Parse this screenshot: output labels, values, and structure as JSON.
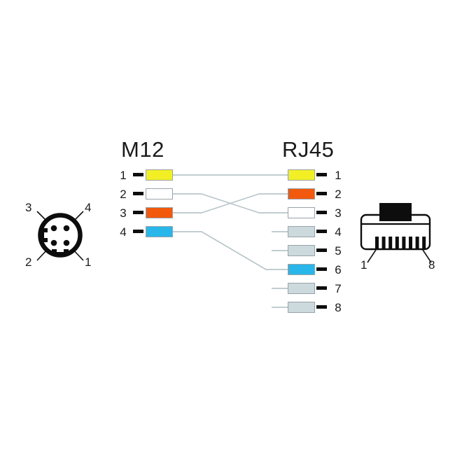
{
  "diagram": {
    "title_left": "M12",
    "title_right": "RJ45",
    "background": "#ffffff",
    "wire_color": "#b9c6ca",
    "dash_color": "#0d0d0d",
    "block_border": "#9aa3a8"
  },
  "colors": {
    "yellow": "#f2f025",
    "white": "#ffffff",
    "orange": "#f2590d",
    "blue": "#29b6ea",
    "gray": "#ccd9dd"
  },
  "m12": {
    "label": "M12",
    "pin_count": 4,
    "pins": [
      {
        "number": "1",
        "color_name": "yellow",
        "color": "#f2f025"
      },
      {
        "number": "2",
        "color_name": "white",
        "color": "#ffffff"
      },
      {
        "number": "3",
        "color_name": "orange",
        "color": "#f2590d"
      },
      {
        "number": "4",
        "color_name": "blue",
        "color": "#29b6ea"
      }
    ],
    "connector_icon": {
      "name": "m12-circular-connector",
      "pin_labels": [
        {
          "number": "3",
          "position": "top-left"
        },
        {
          "number": "4",
          "position": "top-right"
        },
        {
          "number": "2",
          "position": "bottom-left"
        },
        {
          "number": "1",
          "position": "bottom-right"
        }
      ]
    }
  },
  "rj45": {
    "label": "RJ45",
    "pin_count": 8,
    "pins": [
      {
        "number": "1",
        "color_name": "yellow",
        "color": "#f2f025",
        "connected": true
      },
      {
        "number": "2",
        "color_name": "orange",
        "color": "#f2590d",
        "connected": true
      },
      {
        "number": "3",
        "color_name": "white",
        "color": "#ffffff",
        "connected": true
      },
      {
        "number": "4",
        "color_name": "gray",
        "color": "#ccd9dd",
        "connected": false
      },
      {
        "number": "5",
        "color_name": "gray",
        "color": "#ccd9dd",
        "connected": false
      },
      {
        "number": "6",
        "color_name": "blue",
        "color": "#29b6ea",
        "connected": true
      },
      {
        "number": "7",
        "color_name": "gray",
        "color": "#ccd9dd",
        "connected": false
      },
      {
        "number": "8",
        "color_name": "gray",
        "color": "#ccd9dd",
        "connected": false
      }
    ],
    "connector_icon": {
      "name": "rj45-modular-plug",
      "contact_count": 8,
      "first_pin_label": "1",
      "last_pin_label": "8"
    }
  },
  "connections": [
    {
      "from_pin": "1",
      "to_pin": "1",
      "color": "#f2f025",
      "color_name": "yellow"
    },
    {
      "from_pin": "2",
      "to_pin": "3",
      "color": "#ffffff",
      "color_name": "white"
    },
    {
      "from_pin": "3",
      "to_pin": "2",
      "color": "#f2590d",
      "color_name": "orange"
    },
    {
      "from_pin": "4",
      "to_pin": "6",
      "color": "#29b6ea",
      "color_name": "blue"
    }
  ]
}
